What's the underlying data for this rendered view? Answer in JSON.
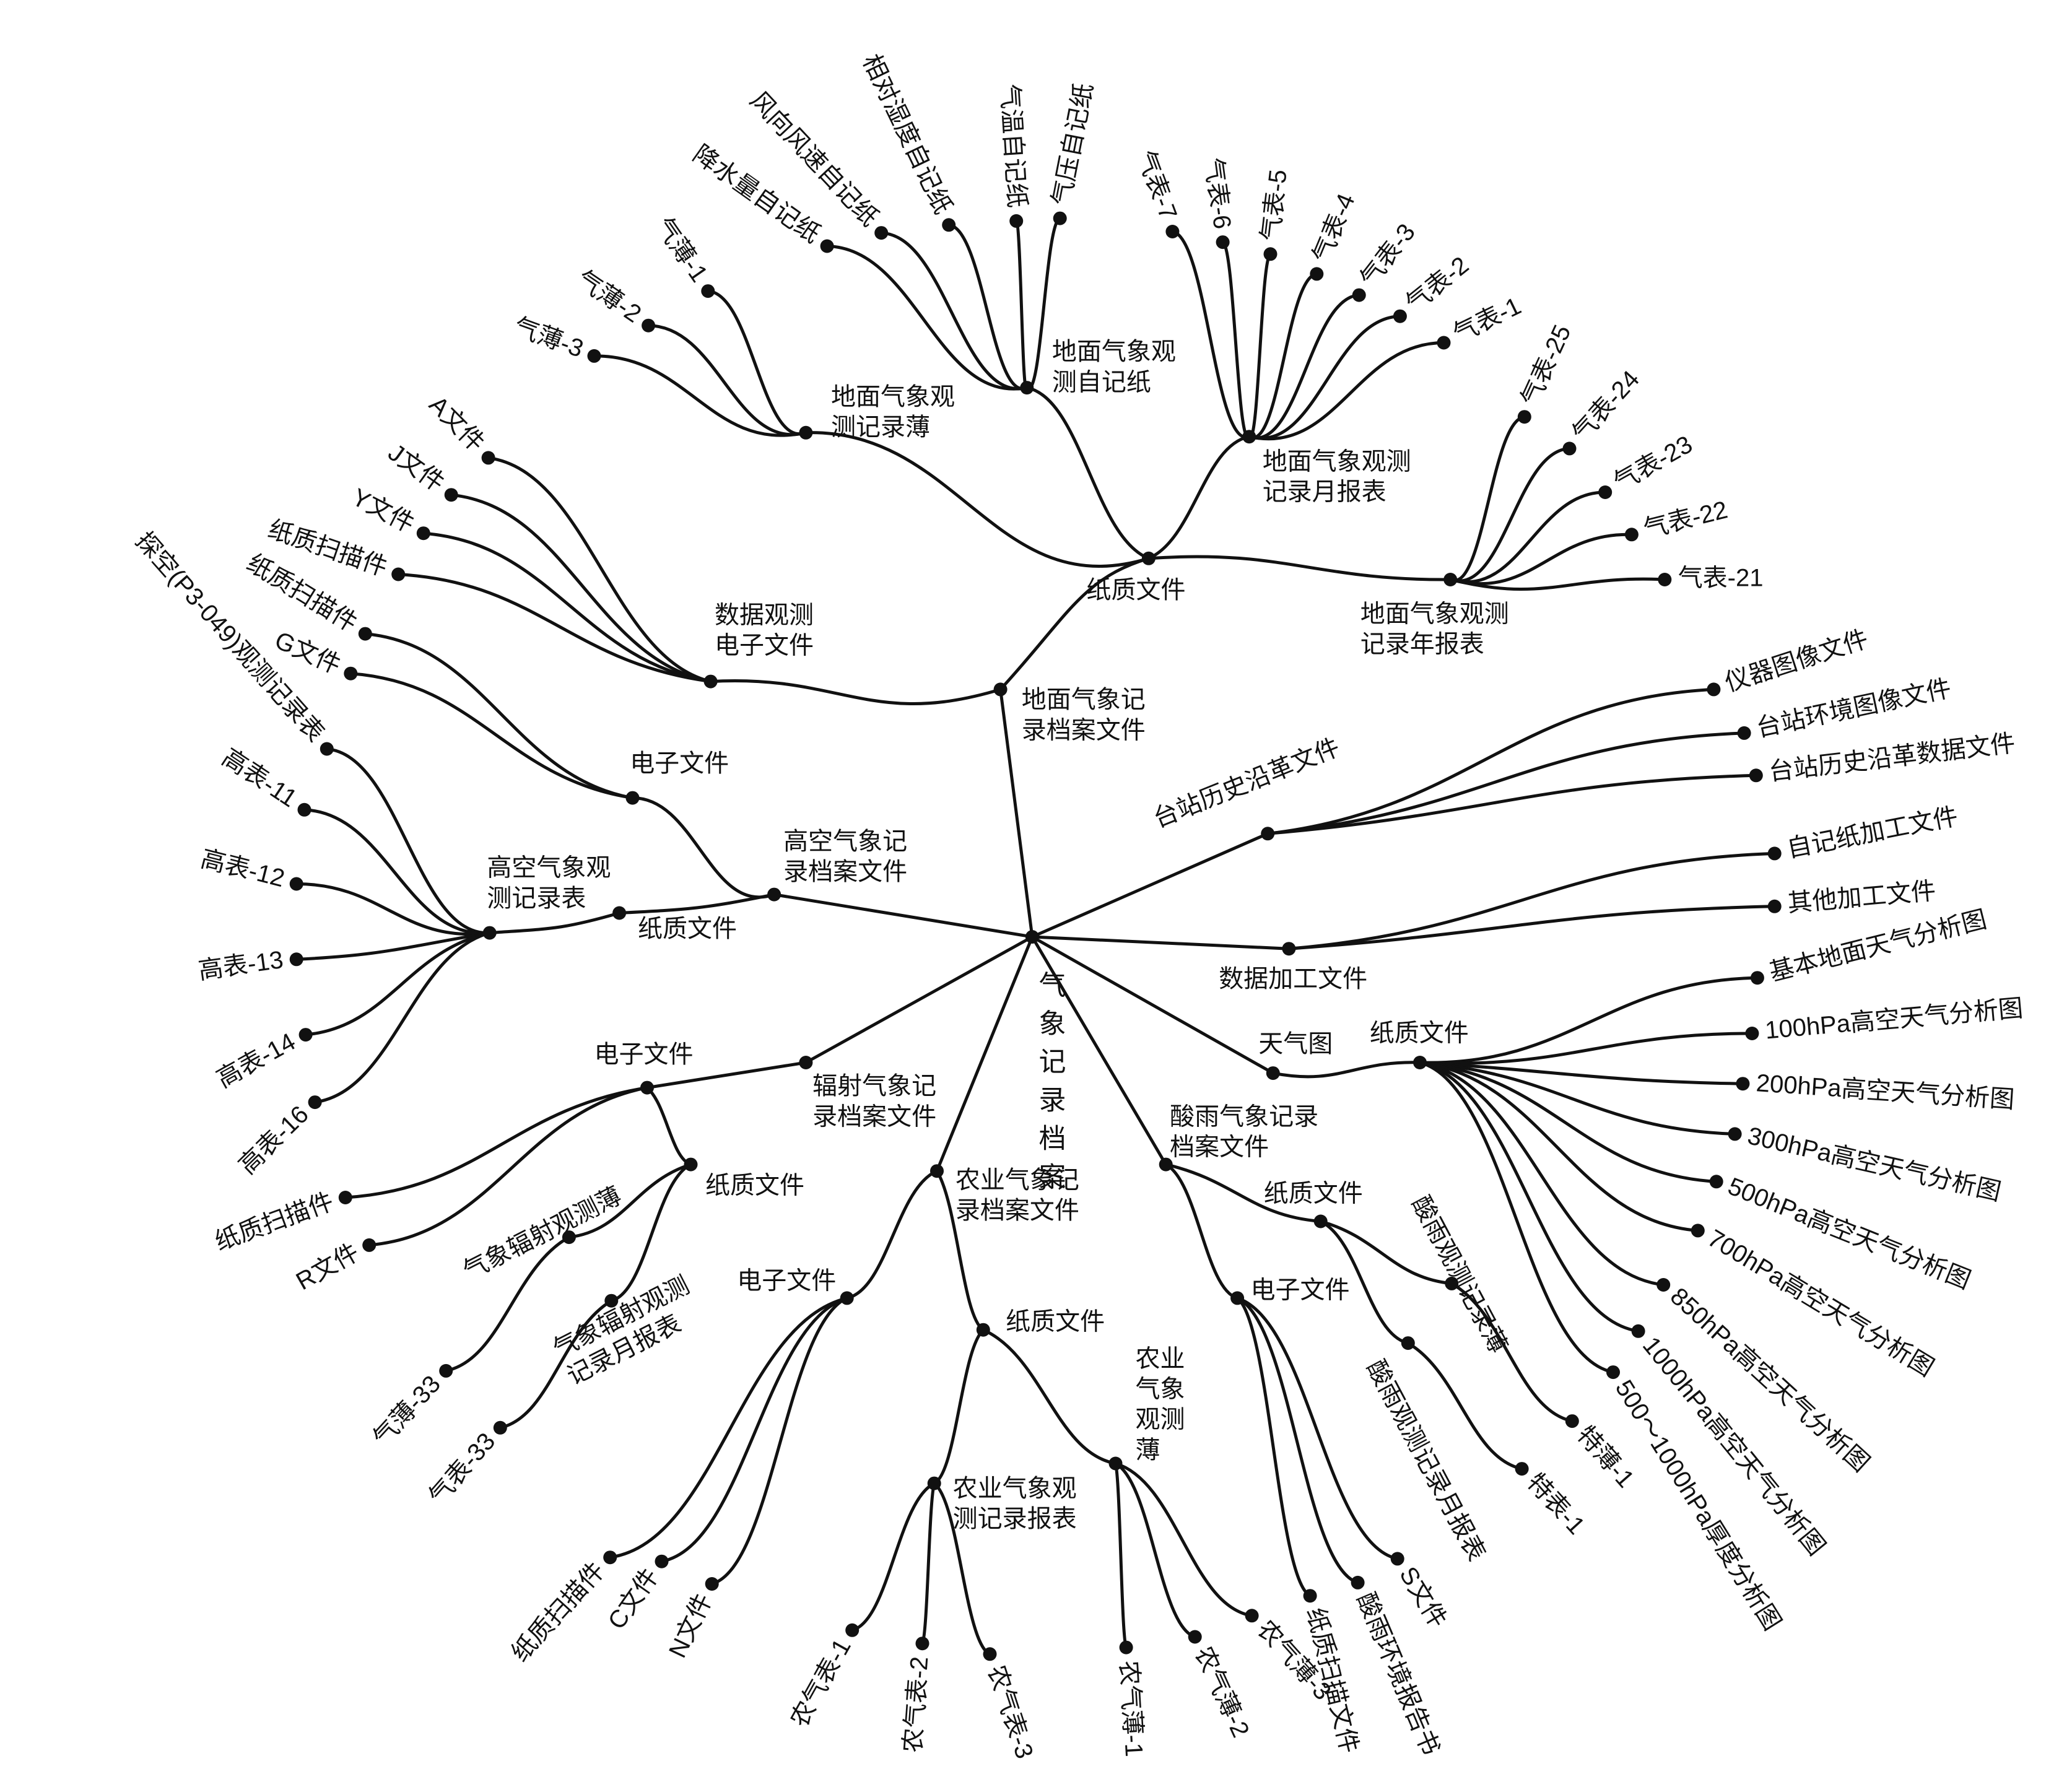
{
  "root": {
    "label": [
      "气",
      "象",
      "记",
      "录",
      "档",
      "案"
    ]
  },
  "nodes": {
    "dmjl": [
      "地面气象记",
      "录档案文件"
    ],
    "zzwj": "纸质文件",
    "sjdz": [
      "数据观测",
      "电子文件"
    ],
    "jlb": [
      "地面气象观",
      "测记录薄"
    ],
    "zjz": [
      "地面气象观",
      "测自记纸"
    ],
    "ybb": [
      "地面气象观测",
      "记录月报表"
    ],
    "nbb": [
      "地面气象观测",
      "记录年报表"
    ],
    "gkjl": [
      "高空气象记",
      "录档案文件"
    ],
    "gkdz": "电子文件",
    "gkzz": "纸质文件",
    "gkb": [
      "高空气象观",
      "测记录表"
    ],
    "fsjl": [
      "辐射气象记",
      "录档案文件"
    ],
    "fsdz": "电子文件",
    "fszz": "纸质文件",
    "fsb1": "气象辐射观测薄",
    "fsb2": [
      "气象辐射观测",
      "记录月报表"
    ],
    "nyjl": [
      "农业气象记",
      "录档案文件"
    ],
    "nydz": "电子文件",
    "nyzz": "纸质文件",
    "nybb": [
      "农业气象观",
      "测记录报表"
    ],
    "nyb": [
      "农业",
      "气象",
      "观测",
      "薄"
    ],
    "sy": [
      "酸雨气象记录",
      "档案文件"
    ],
    "syzz": "纸质文件",
    "sydz": "电子文件",
    "syb": "酸雨观测记录薄",
    "sybb": "酸雨观测记录月报表",
    "tqt": "天气图",
    "tqzz": "纸质文件",
    "sjjg": "数据加工文件",
    "tzls": "台站历史沿革文件"
  },
  "leaves": {
    "jlb": [
      "气薄-1",
      "气薄-2",
      "气薄-3"
    ],
    "zjz": [
      "降水量自记纸",
      "风向风速自记纸",
      "相对湿度自记纸",
      "气温自记纸",
      "气压自记纸"
    ],
    "ybb": [
      "气表-7",
      "气表-6",
      "气表-5",
      "气表-4",
      "气表-3",
      "气表-2",
      "气表-1"
    ],
    "nbb": [
      "气表-25",
      "气表-24",
      "气表-23",
      "气表-22",
      "气表-21"
    ],
    "sjdz": [
      "A文件",
      "J文件",
      "Y文件",
      "纸质扫描件"
    ],
    "gkdz": [
      "纸质扫描件",
      "G文件"
    ],
    "gkb": [
      "探空(P3-049)观测记录表",
      "高表-11",
      "高表-12",
      "高表-13",
      "高表-14",
      "高表-16"
    ],
    "fsdz": [
      "纸质扫描件",
      "R文件"
    ],
    "fsb1": "气薄-33",
    "fsb2": "气表-33",
    "nydz": [
      "纸质扫描件",
      "C文件",
      "N文件"
    ],
    "nybb": [
      "农气表-1",
      "农气表-2",
      "农气表-3"
    ],
    "nyb": [
      "农气薄-1",
      "农气薄-2",
      "农气薄-3"
    ],
    "sydz": [
      "纸质扫描文件",
      "酸雨环境报告书",
      "S文件"
    ],
    "syb": "特薄-1",
    "sybb": "特表-1",
    "tqzz": [
      "基本地面天气分析图",
      "100hPa高空天气分析图",
      "200hPa高空天气分析图",
      "300hPa高空天气分析图",
      "500hPa高空天气分析图",
      "700hPa高空天气分析图",
      "850hPa高空天气分析图",
      "1000hPa高空天气分析图",
      "500～1000hPa厚度分析图"
    ],
    "sjjg": [
      "自记纸加工文件",
      "其他加工文件"
    ],
    "tzls": [
      "仪器图像文件",
      "台站环境图像文件",
      "台站历史沿革数据文件"
    ]
  }
}
